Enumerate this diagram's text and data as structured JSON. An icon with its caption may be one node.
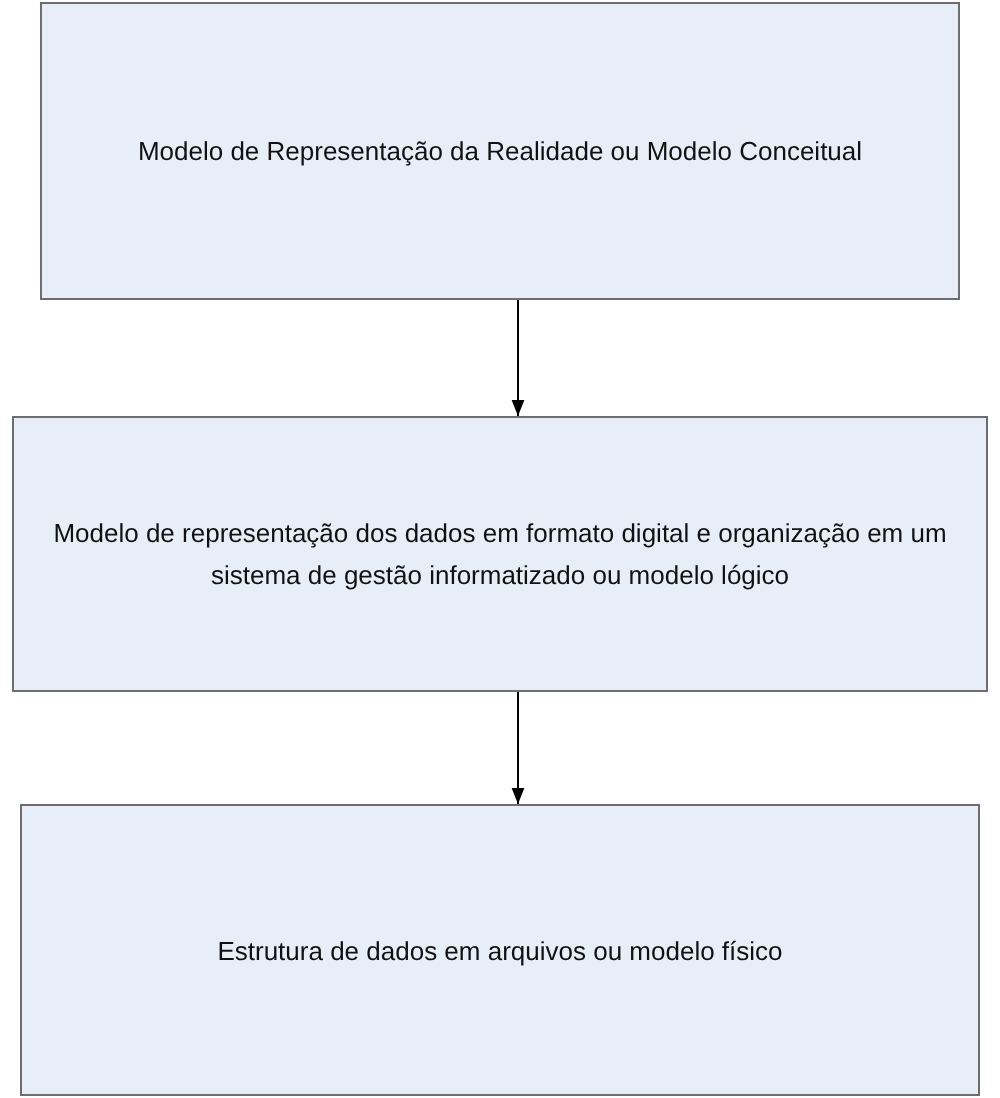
{
  "diagram": {
    "nodes": [
      {
        "text": [
          "Modelo de Representação da Realidade ou Modelo Conceitual"
        ]
      },
      {
        "text": [
          "Modelo de representação dos dados em formato digital e organização em um sistema de gestão informatizado ou modelo lógico"
        ]
      },
      {
        "text": [
          "Estrutura de dados em arquivos ou modelo físico"
        ]
      }
    ],
    "edges": [
      {
        "from": 0,
        "to": 1,
        "arrow": "to"
      },
      {
        "from": 1,
        "to": 2,
        "arrow": "to"
      }
    ]
  }
}
